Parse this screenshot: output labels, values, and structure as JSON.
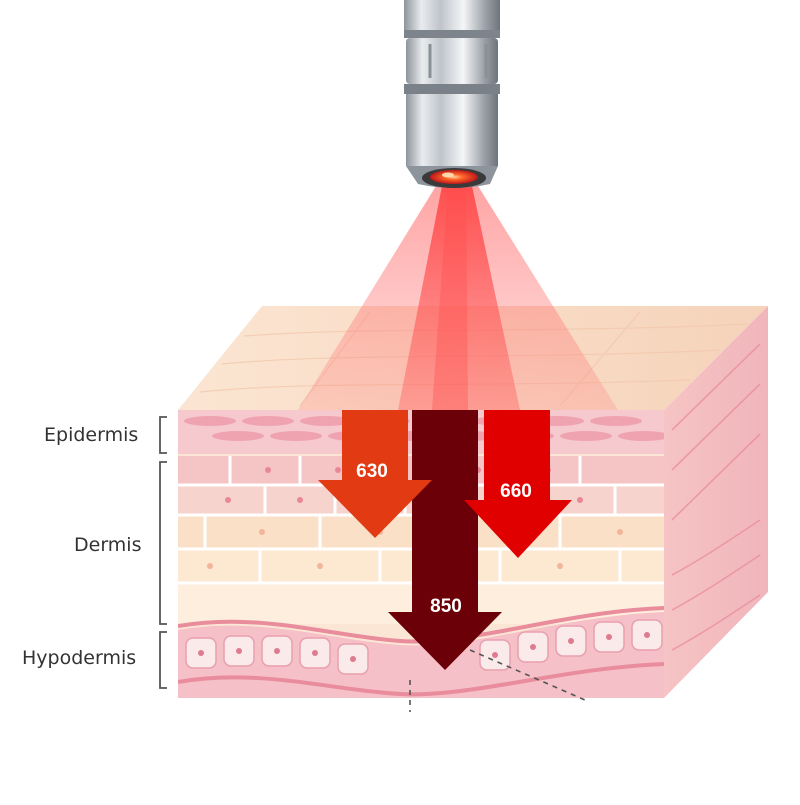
{
  "layers": {
    "epidermis": "Epidermis",
    "dermis": "Dermis",
    "hypodermis": "Hypodermis"
  },
  "wavelengths": {
    "short": "630",
    "medium": "660",
    "long": "850"
  },
  "colors": {
    "arrow_630": "#e23a12",
    "arrow_660": "#e00000",
    "arrow_850": "#6b0008",
    "light_beam": "#ff6b6b",
    "skin_top": "#f9dcc6",
    "skin_pink": "#f3b7c0",
    "device_metal": "#c9cdd2"
  },
  "icons": {
    "device": "red-light-therapy-device-icon"
  }
}
